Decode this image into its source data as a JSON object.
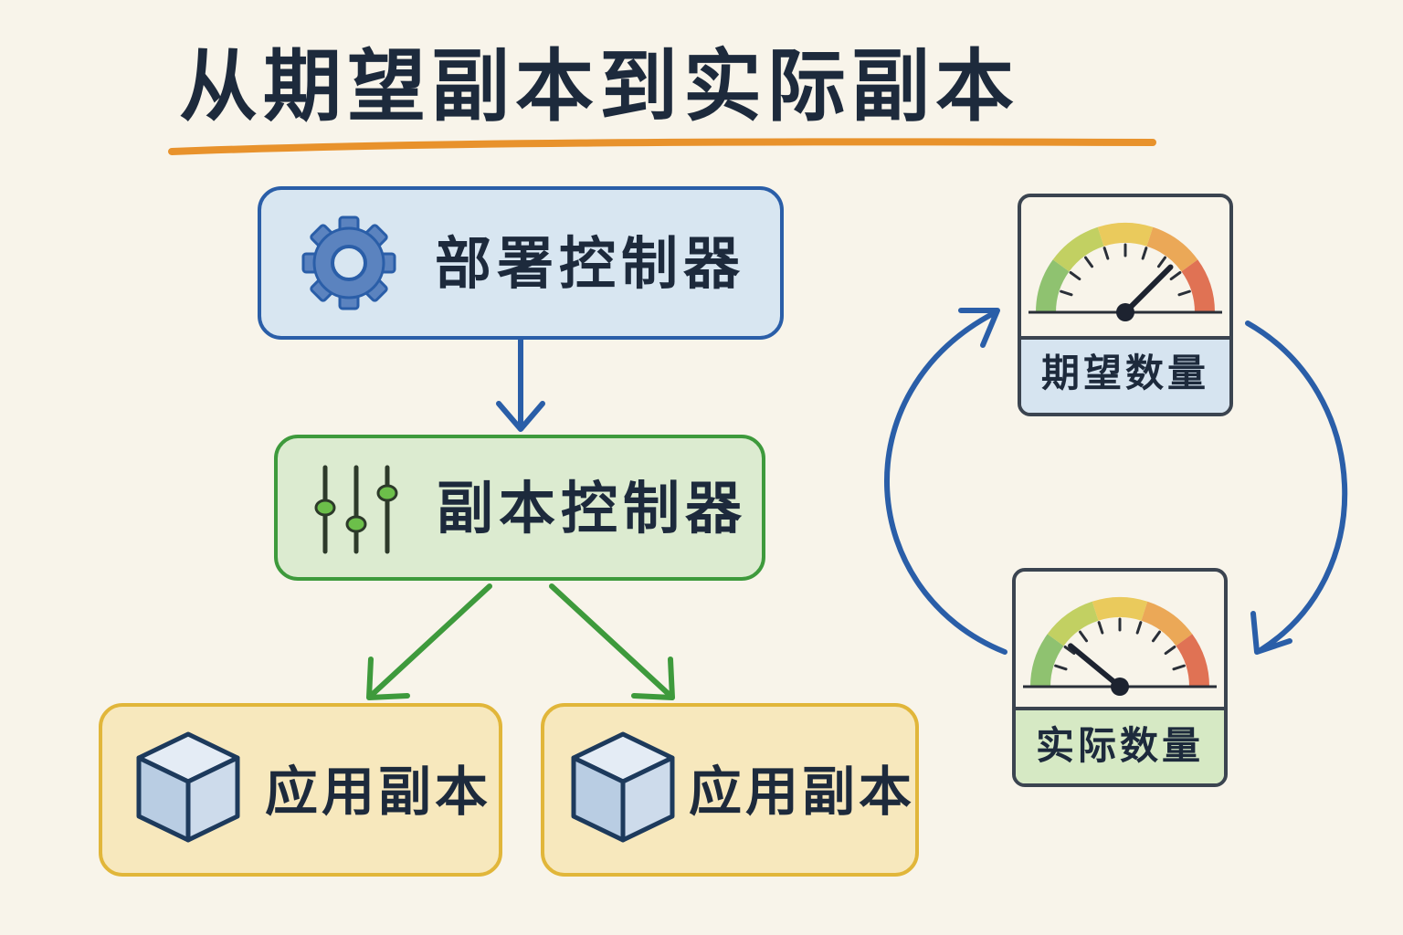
{
  "title": "从期望副本到实际副本",
  "nodes": {
    "deployment_controller": {
      "label": "部署控制器",
      "icon": "gear-icon"
    },
    "replica_controller": {
      "label": "副本控制器",
      "icon": "sliders-icon"
    },
    "app_replicas": [
      {
        "label": "应用副本",
        "icon": "cube-icon"
      },
      {
        "label": "应用副本",
        "icon": "cube-icon"
      }
    ]
  },
  "gauges": {
    "desired": {
      "label": "期望数量",
      "icon": "gauge-icon",
      "needle_level": 0.75
    },
    "actual": {
      "label": "实际数量",
      "icon": "gauge-icon",
      "needle_level": 0.22
    }
  },
  "colors": {
    "deploy_fill": "#d8e6f1",
    "deploy_border": "#2a5ea8",
    "replica_fill": "#dcebd0",
    "replica_border": "#3e9a3c",
    "app_fill": "#f7e8bd",
    "app_border": "#e1b63a",
    "title_underline": "#e8922c",
    "loop_arrow": "#2a5ea8"
  }
}
